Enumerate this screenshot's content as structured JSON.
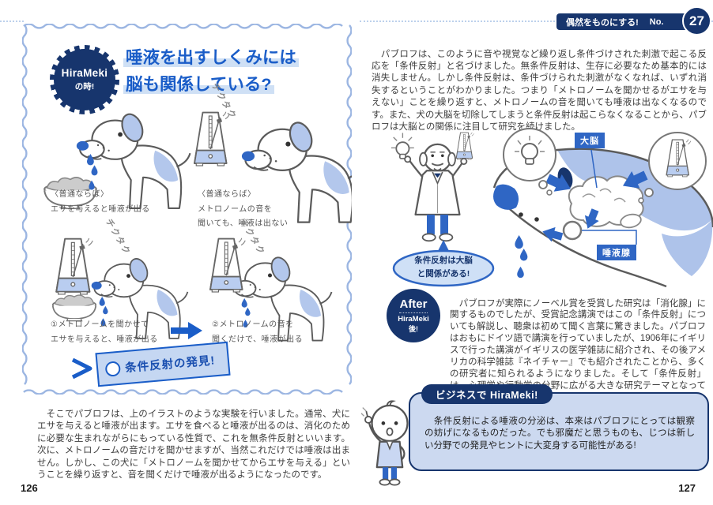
{
  "header": {
    "series": "偶然をものにする!",
    "no_label": "No.",
    "number": "27"
  },
  "left": {
    "page_number": "126",
    "badge": {
      "top": "HiraMeki",
      "bottom": "の時!"
    },
    "title_line1": "唾液を出すしくみには",
    "title_line2": "脳も関係している?",
    "tick": "チクタク",
    "captions": {
      "c1": "〈普通ならば〉\nエサを与えると唾液が出る",
      "c2": "〈普通ならば〉\nメトロノームの音を\n聞いても、唾液は出ない",
      "c3": "①メトロノームを聞かせて\nエサを与えると、唾液が出る",
      "c4": "②メトロノームの音を\n聞くだけで、唾液が出る"
    },
    "tag": "条件反射の発見!",
    "body": "　そこでパブロフは、上のイラストのような実験を行いました。通常、犬にエサを与えると唾液が出ます。エサを食べると唾液が出るのは、消化のために必要な生まれながらにもっている性質で、これを無条件反射といいます。次に、メトロノームの音だけを聞かせますが、当然これだけでは唾液は出ません。しかし、この犬に「メトロノームを聞かせてからエサを与える」ということを繰り返すと、音を聞くだけで唾液が出るようになったのです。"
  },
  "right": {
    "page_number": "127",
    "para1": "　パブロフは、このように音や視覚など繰り返し条件づけされた刺激で起こる反応を「条件反射」と名づけました。無条件反射は、生存に必要なため基本的には消失しません。しかし条件反射は、条件づけられた刺激がなくなれば、いずれ消失するということがわかりました。つまり「メトロノームを聞かせるがエサを与えない」ことを繰り返すと、メトロノームの音を聞いても唾液は出なくなるのです。また、犬の大脳を切除してしまうと条件反射は起こらなくなることから、パブロフは大脳との関係に注目して研究を続けました。",
    "figure": {
      "bubble": "条件反射は大脳\nと関係がある!",
      "label_brain": "大脳",
      "label_gland": "唾液腺"
    },
    "after": {
      "badge_top": "After",
      "badge_mid": "HiraMeki",
      "badge_bottom": "後!",
      "text": "　パブロフが実際にノーベル賞を受賞した研究は「消化腺」に関するものでしたが、受賞記念講演ではこの「条件反射」についても解説し、聴衆は初めて聞く言葉に驚きました。パブロフはおもにドイツ語で講演を行っていましたが、1906年にイギリスで行った講演がイギリスの医学雑誌に紹介され、その後アメリカの科学雑誌『ネイチャー』でも紹介されたことから、多くの研究者に知られるようになりました。そして「条件反射」は、心理学や行動学の分野に広がる大きな研究テーマとなっていったのです。"
    },
    "business": {
      "tab": "ビジネスで HiraMeki!",
      "text": "　条件反射による唾液の分泌は、本来はパブロフにとっては観察の妨げになるものだった。でも邪魔だと思うものも、じつは新しい分野での発見やヒントに大変身する可能性がある!"
    }
  },
  "colors": {
    "navy": "#17356d",
    "blue": "#1a5dc8",
    "light_blue": "#aec3ea",
    "pale_blue": "#ccd9f0"
  }
}
